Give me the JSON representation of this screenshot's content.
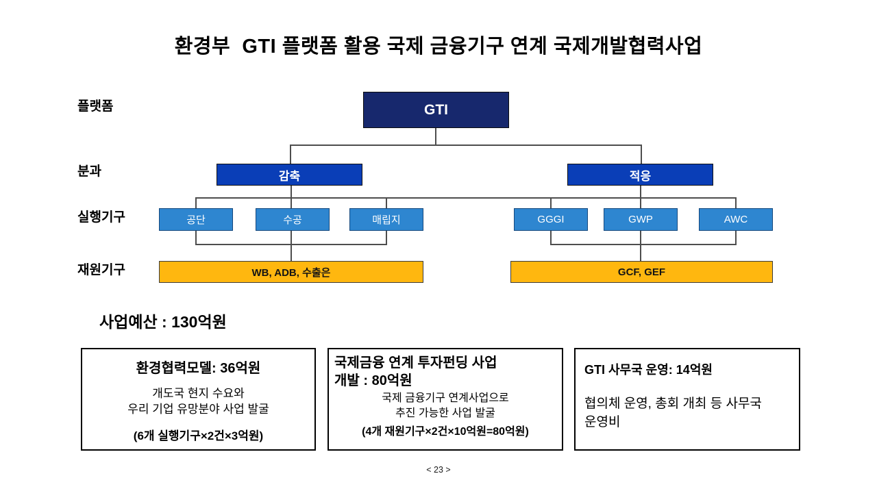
{
  "slide": {
    "title": "환경부  GTI 플랫폼 활용 국제 금융기구 연계 국제개발협력사업",
    "page_number": "< 23 >"
  },
  "colors": {
    "platform_navy": "#17286D",
    "division_blue": "#0A3EB7",
    "implementing_blue": "#2E86D0",
    "funding_orange": "#FFB70F",
    "connector_gray": "#4d4d4d"
  },
  "diagram": {
    "row_labels": [
      {
        "label": "플랫폼"
      },
      {
        "label": "분과"
      },
      {
        "label": "실행기구"
      },
      {
        "label": "재원기구"
      }
    ],
    "platform": {
      "label": "GTI"
    },
    "divisions": [
      {
        "label": "감축"
      },
      {
        "label": "적응"
      }
    ],
    "implementing_orgs": [
      {
        "label": "공단"
      },
      {
        "label": "수공"
      },
      {
        "label": "매립지"
      },
      {
        "label": "GGGI"
      },
      {
        "label": "GWP"
      },
      {
        "label": "AWC"
      }
    ],
    "funding_orgs": [
      {
        "label": "WB, ADB, 수출은"
      },
      {
        "label": "GCF, GEF"
      }
    ]
  },
  "budget": {
    "heading": "사업예산 : 130억원",
    "boxes": [
      {
        "title": "환경협력모델: 36억원",
        "body_line1": "개도국 현지 수요와",
        "body_line2": "우리 기업 유망분야 사업 발굴",
        "formula": "(6개 실행기구×2건×3억원)"
      },
      {
        "title_line1": "국제금융 연계 투자펀딩 사업",
        "title_line2": "개발 : 80억원",
        "body_line1": "국제 금융기구 연계사업으로",
        "body_line2": "추진 가능한 사업 발굴",
        "formula": "(4개 재원기구×2건×10억원=80억원)"
      },
      {
        "title": "GTI 사무국 운영: 14억원",
        "body_line1": "협의체 운영, 총회 개최 등 사무국",
        "body_line2": "운영비"
      }
    ]
  }
}
